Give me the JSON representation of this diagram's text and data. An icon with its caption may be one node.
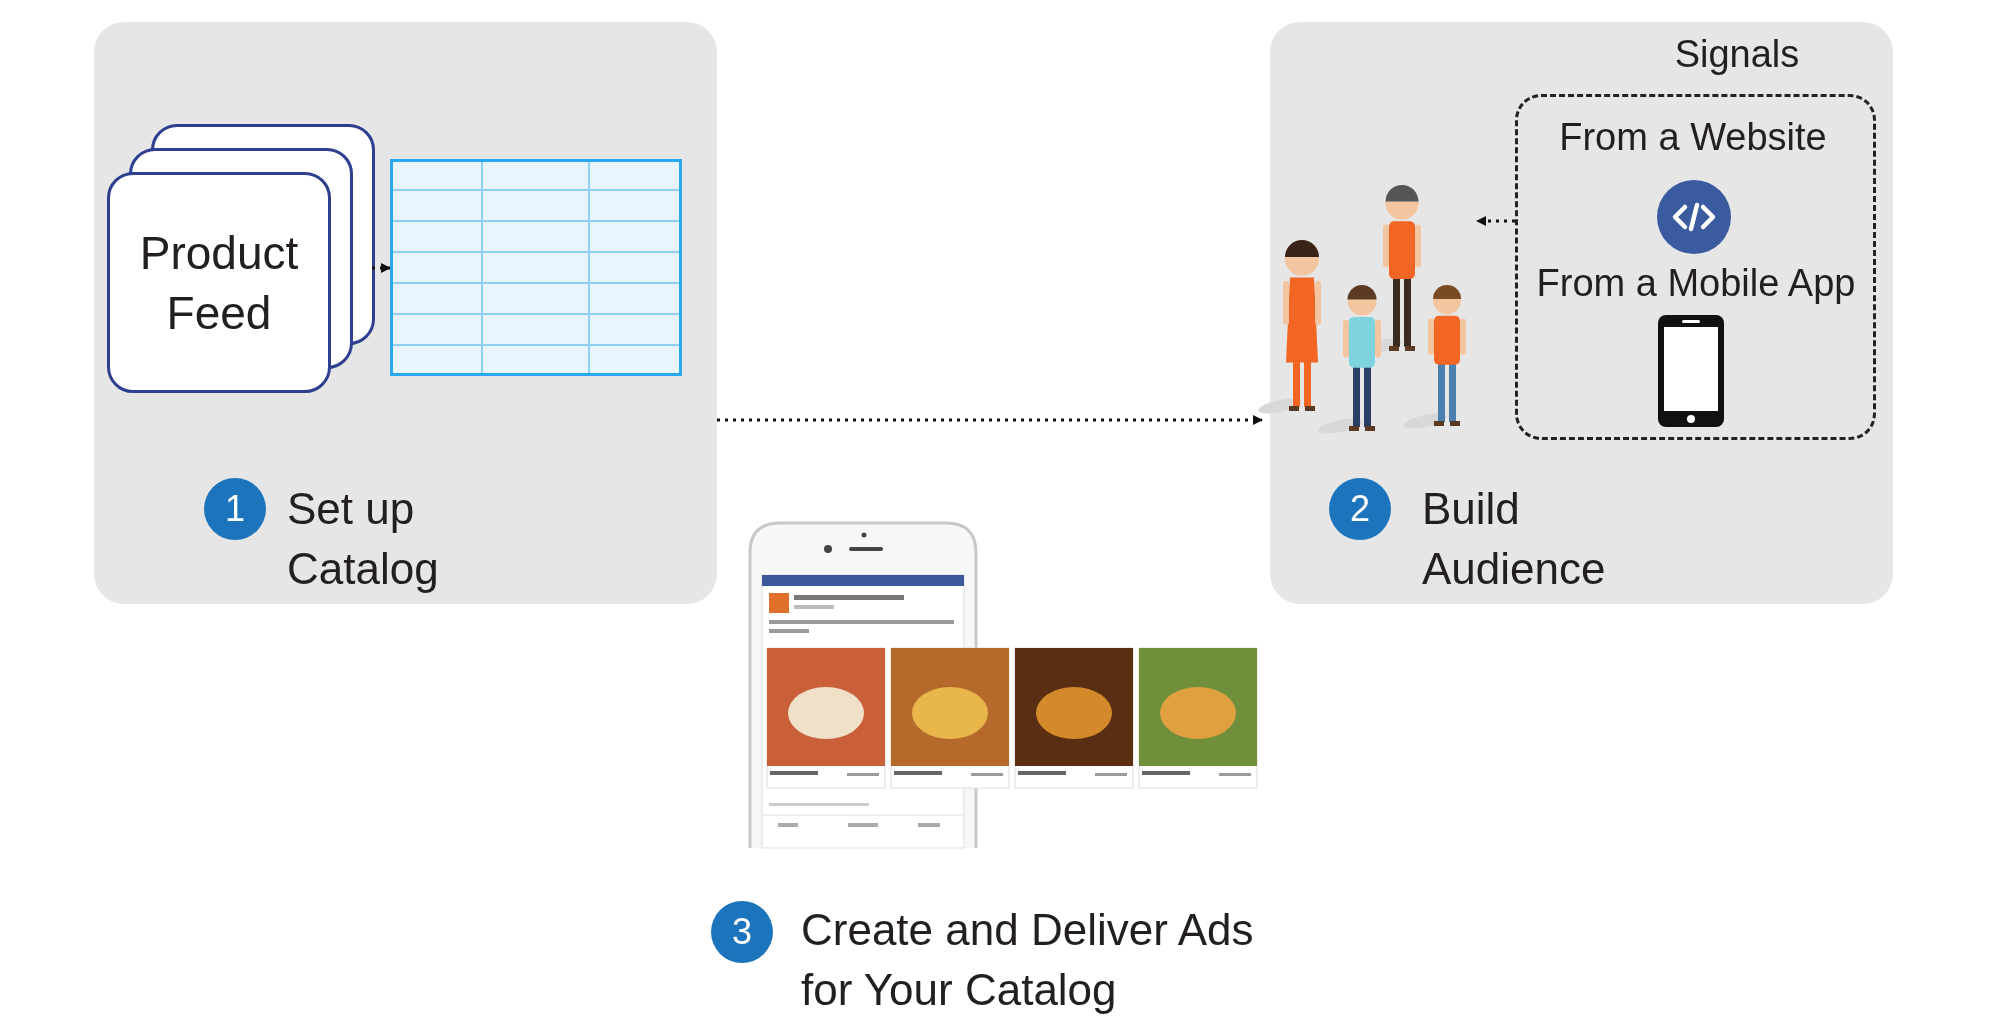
{
  "diagram": {
    "nodes": [
      {
        "text": [],
        "shape": "box"
      },
      {
        "text": [
          "1"
        ],
        "in": 0,
        "beside": [
          "Set up Catalog"
        ]
      },
      {
        "text": [
          "Product Feed"
        ],
        "in": 0
      },
      {
        "text": [],
        "shape": "box",
        "in": 0
      },
      {
        "text": [],
        "shape": "box"
      },
      {
        "text": [
          "2"
        ],
        "in": 4,
        "beside": [
          "Build Audience"
        ]
      },
      {
        "text": [],
        "shape": "person",
        "in": 4
      },
      {
        "text": [
          "Signals",
          "From a Website",
          "From a Mobile App"
        ],
        "in": 4
      },
      {
        "text": [],
        "shape": "picture"
      },
      {
        "text": [
          "3"
        ],
        "beside": [
          "Create and Deliver Ads for Your Catalog"
        ]
      }
    ],
    "edges": [
      {
        "from": 2,
        "to": 3,
        "arrow": "to"
      },
      {
        "from": 0,
        "to": 6,
        "arrow": "to"
      },
      {
        "from": 7,
        "to": 6,
        "arrow": "to"
      }
    ]
  }
}
